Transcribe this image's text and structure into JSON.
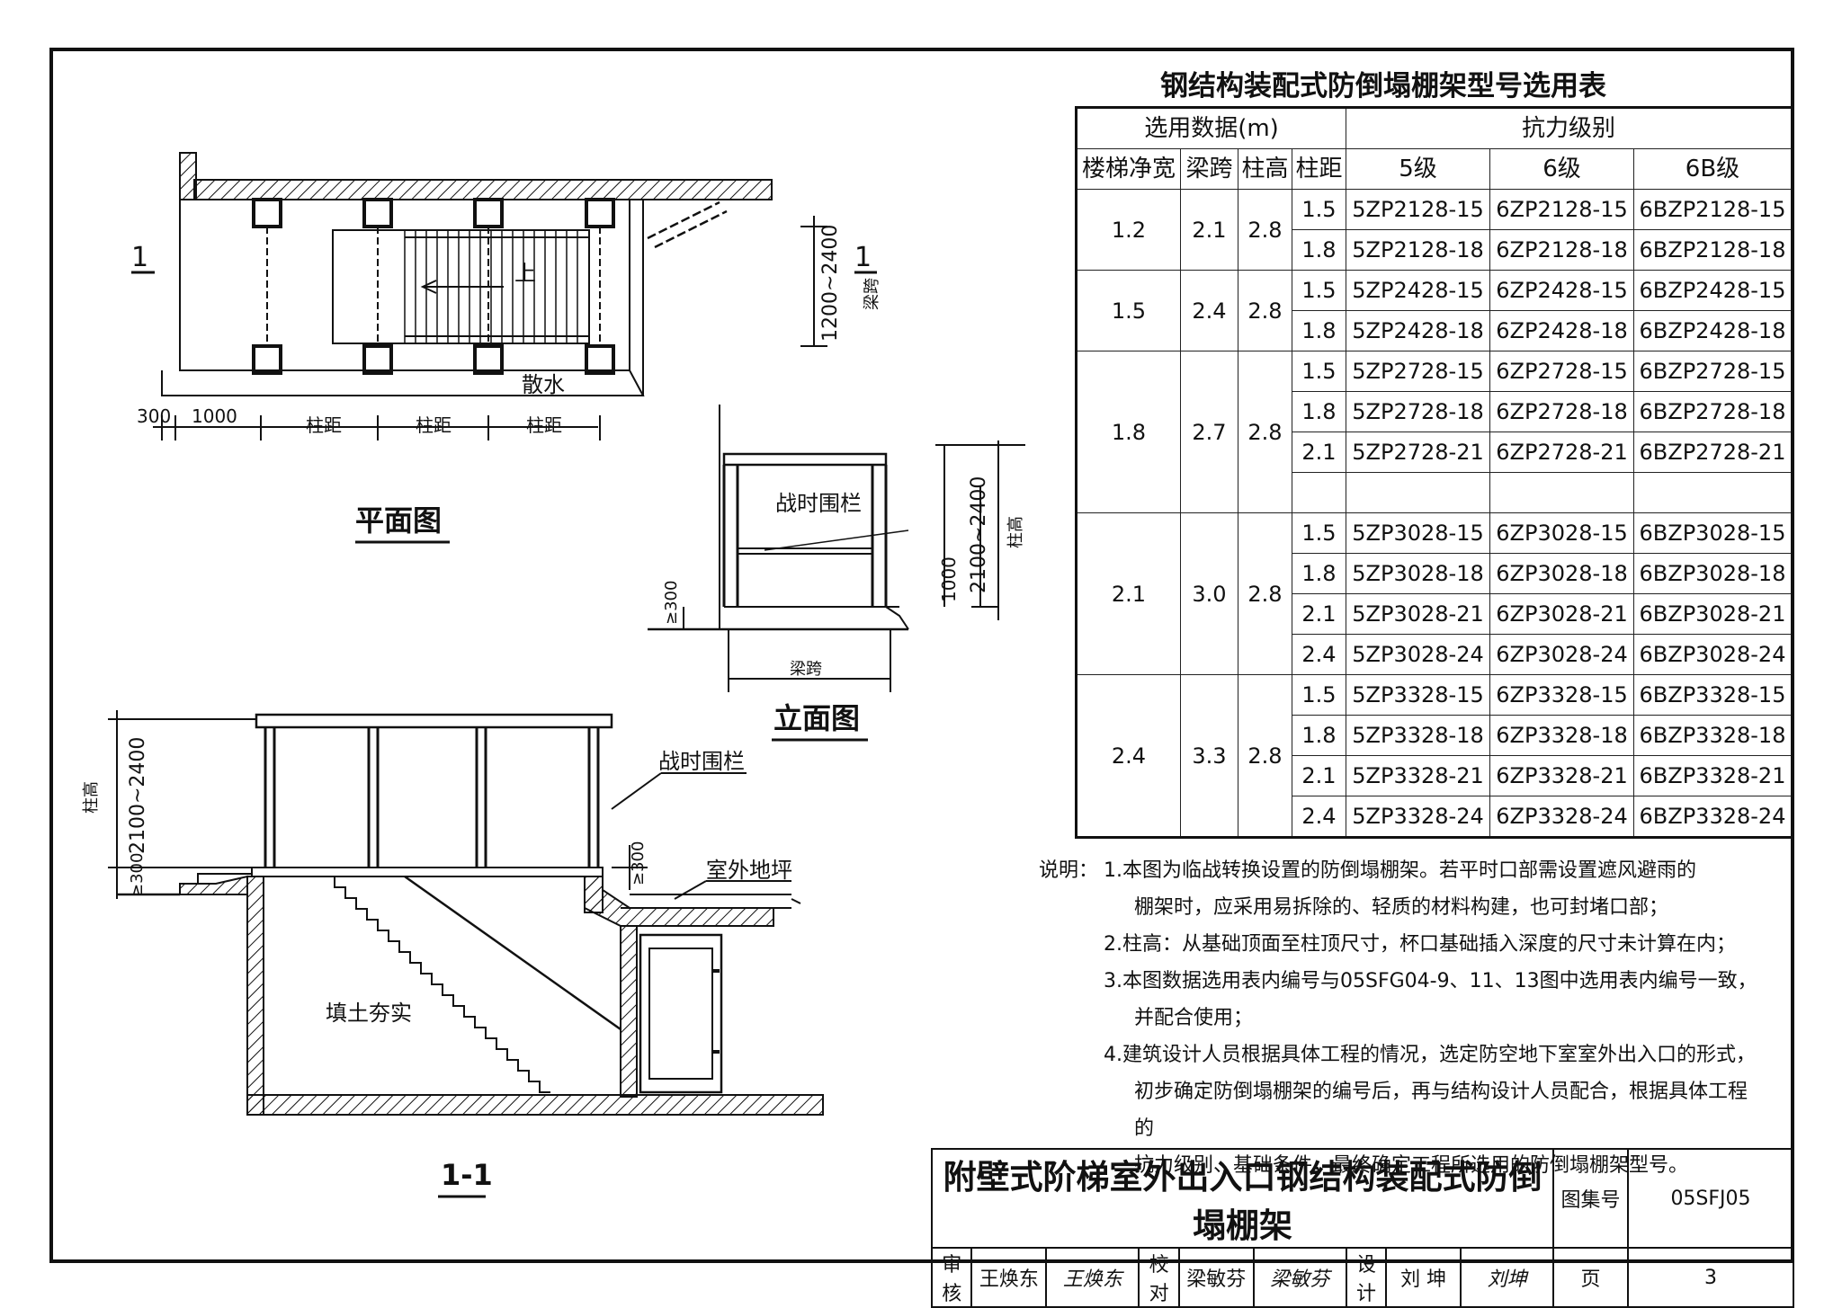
{
  "sheet": {
    "table_title": "钢结构装配式防倒塌棚架型号选用表",
    "plan_title": "平面图",
    "elevation_title": "立面图",
    "section_title": "1-1"
  },
  "plan": {
    "section_mark_left": "1",
    "section_mark_right": "1",
    "up_label": "上",
    "apron_label": "散水",
    "dim_300": "300",
    "dim_1000": "1000",
    "col_spacing_1": "柱距",
    "col_spacing_2": "柱距",
    "col_spacing_3": "柱距",
    "dim_width": "1200~2400",
    "beam_span_label": "梁跨"
  },
  "elevation": {
    "railing_label": "战时围栏",
    "dim_height": "2100~2400",
    "col_height_label": "柱高",
    "dim_1000": "1000",
    "dim_300": "≥300",
    "beam_span_label": "梁跨"
  },
  "section": {
    "col_height_label": "柱高",
    "dim_height": "2100~2400",
    "dim_300_left": "≥300",
    "dim_300_right": "≥300",
    "railing_label": "战时围栏",
    "ground_label": "室外地坪",
    "fill_label": "填土夯实"
  },
  "table": {
    "group_header_left": "选用数据(m)",
    "group_header_right": "抗力级别",
    "col_headers": [
      "楼梯净宽",
      "梁跨",
      "柱高",
      "柱距",
      "5级",
      "6级",
      "6B级"
    ],
    "groups": [
      {
        "width": "1.2",
        "span": "2.1",
        "height": "2.8",
        "rows": [
          {
            "dist": "1.5",
            "l5": "5ZP2128-15",
            "l6": "6ZP2128-15",
            "l6b": "6BZP2128-15"
          },
          {
            "dist": "1.8",
            "l5": "5ZP2128-18",
            "l6": "6ZP2128-18",
            "l6b": "6BZP2128-18"
          }
        ]
      },
      {
        "width": "1.5",
        "span": "2.4",
        "height": "2.8",
        "rows": [
          {
            "dist": "1.5",
            "l5": "5ZP2428-15",
            "l6": "6ZP2428-15",
            "l6b": "6BZP2428-15"
          },
          {
            "dist": "1.8",
            "l5": "5ZP2428-18",
            "l6": "6ZP2428-18",
            "l6b": "6BZP2428-18"
          }
        ]
      },
      {
        "width": "1.8",
        "span": "2.7",
        "height": "2.8",
        "rows": [
          {
            "dist": "1.5",
            "l5": "5ZP2728-15",
            "l6": "6ZP2728-15",
            "l6b": "6BZP2728-15"
          },
          {
            "dist": "1.8",
            "l5": "5ZP2728-18",
            "l6": "6ZP2728-18",
            "l6b": "6BZP2728-18"
          },
          {
            "dist": "2.1",
            "l5": "5ZP2728-21",
            "l6": "6ZP2728-21",
            "l6b": "6BZP2728-21"
          },
          {
            "dist": "",
            "l5": "",
            "l6": "",
            "l6b": ""
          }
        ]
      },
      {
        "width": "2.1",
        "span": "3.0",
        "height": "2.8",
        "rows": [
          {
            "dist": "1.5",
            "l5": "5ZP3028-15",
            "l6": "6ZP3028-15",
            "l6b": "6BZP3028-15"
          },
          {
            "dist": "1.8",
            "l5": "5ZP3028-18",
            "l6": "6ZP3028-18",
            "l6b": "6BZP3028-18"
          },
          {
            "dist": "2.1",
            "l5": "5ZP3028-21",
            "l6": "6ZP3028-21",
            "l6b": "6BZP3028-21"
          },
          {
            "dist": "2.4",
            "l5": "5ZP3028-24",
            "l6": "6ZP3028-24",
            "l6b": "6BZP3028-24"
          }
        ]
      },
      {
        "width": "2.4",
        "span": "3.3",
        "height": "2.8",
        "rows": [
          {
            "dist": "1.5",
            "l5": "5ZP3328-15",
            "l6": "6ZP3328-15",
            "l6b": "6BZP3328-15"
          },
          {
            "dist": "1.8",
            "l5": "5ZP3328-18",
            "l6": "6ZP3328-18",
            "l6b": "6BZP3328-18"
          },
          {
            "dist": "2.1",
            "l5": "5ZP3328-21",
            "l6": "6ZP3328-21",
            "l6b": "6BZP3328-21"
          },
          {
            "dist": "2.4",
            "l5": "5ZP3328-24",
            "l6": "6ZP3328-24",
            "l6b": "6BZP3328-24"
          }
        ]
      }
    ]
  },
  "notes": {
    "label": "说明：",
    "n1a": "1.本图为临战转换设置的防倒塌棚架。若平时口部需设置遮风避雨的",
    "n1b": "棚架时，应采用易拆除的、轻质的材料构建，也可封堵口部；",
    "n2": "2.柱高：从基础顶面至柱顶尺寸，杯口基础插入深度的尺寸未计算在内；",
    "n3a": "3.本图数据选用表内编号与05SFG04-9、11、13图中选用表内编号一致，",
    "n3b": "并配合使用；",
    "n4a": "4.建筑设计人员根据具体工程的情况，选定防空地下室室外出入口的形式，",
    "n4b": "初步确定防倒塌棚架的编号后，再与结构设计人员配合，根据具体工程的",
    "n4c": "抗力级别、基础条件，最终确定工程所选用的防倒塌棚架型号。"
  },
  "title_block": {
    "drawing_title": "附壁式阶梯室外出入口钢结构装配式防倒塌棚架",
    "atlas_label": "图集号",
    "atlas_no": "05SFJ05",
    "review_label": "审核",
    "reviewer": "王焕东",
    "reviewer_sig": "王焕东",
    "check_label": "校对",
    "checker": "梁敏芬",
    "checker_sig": "梁敏芬",
    "design_label": "设计",
    "designer": "刘 坤",
    "designer_sig": "刘坤",
    "page_label": "页",
    "page_no": "3"
  }
}
